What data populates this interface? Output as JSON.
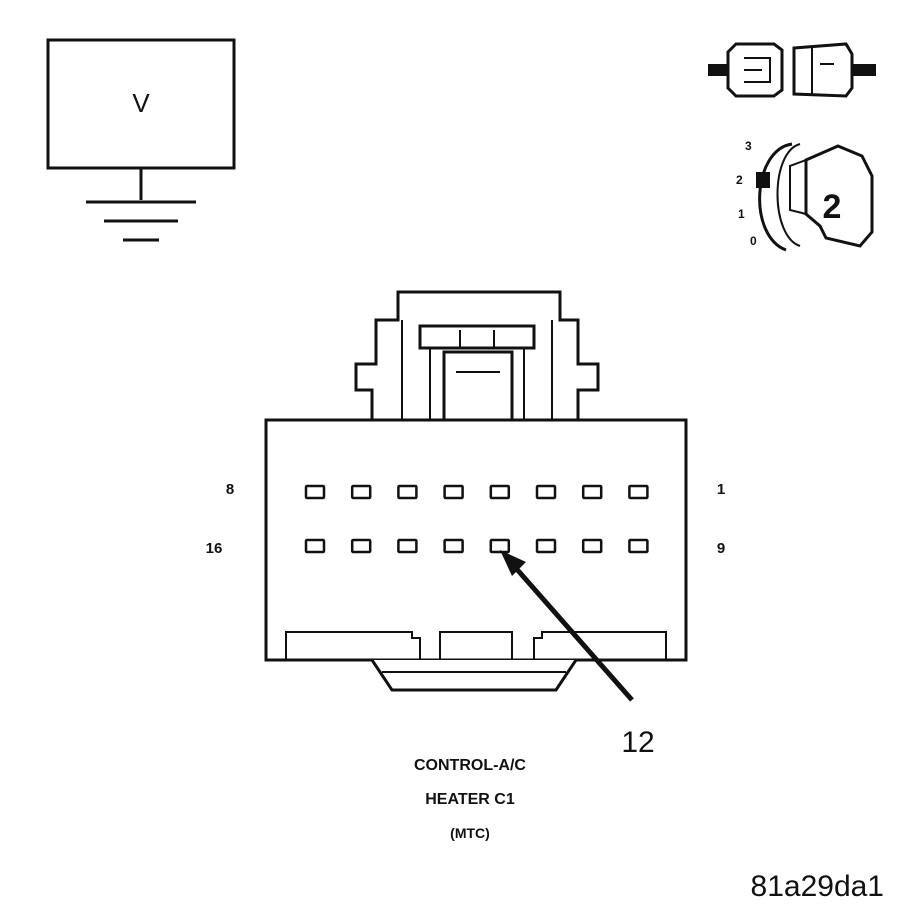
{
  "meter": {
    "symbol": "V"
  },
  "ignition": {
    "positions": [
      "3",
      "2",
      "1",
      "0"
    ],
    "selected": "2"
  },
  "connector": {
    "row_top": {
      "left_label": "8",
      "right_label": "1",
      "pin_count": 8
    },
    "row_bottom": {
      "left_label": "16",
      "right_label": "9",
      "pin_count": 8
    },
    "callout_pin": "12",
    "caption": [
      "CONTROL-A/C",
      "HEATER C1",
      "(MTC)"
    ]
  },
  "figure_id": "81a29da1"
}
